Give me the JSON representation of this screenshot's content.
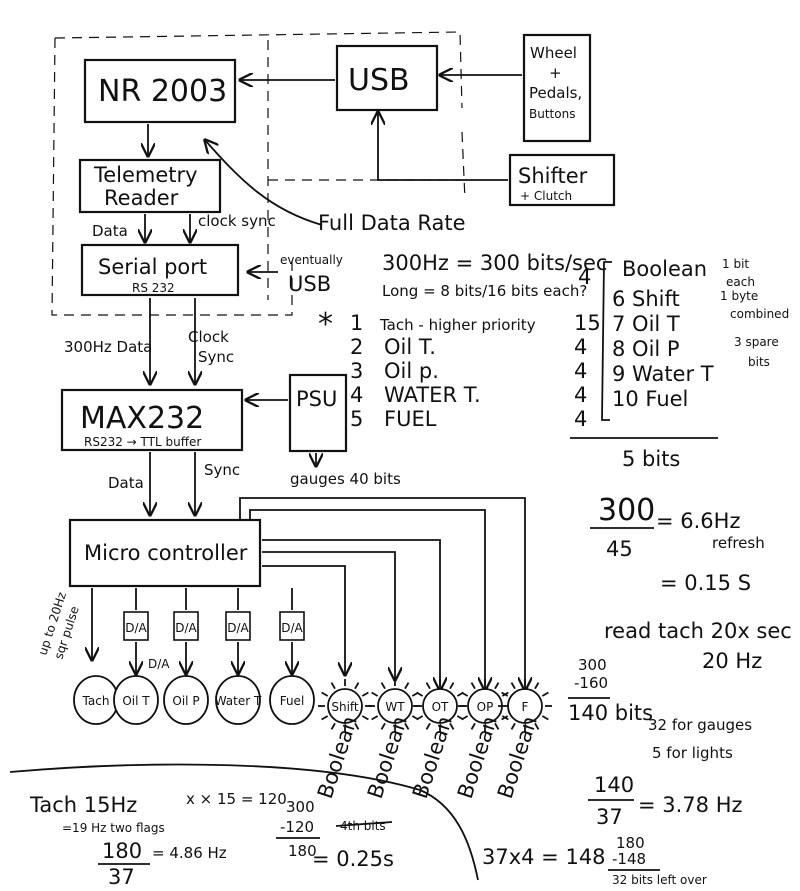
{
  "blocks": {
    "nr2003": "NR 2003",
    "usb": "USB",
    "wheel": [
      "Wheel",
      "+",
      "Pedals,",
      "Buttons"
    ],
    "shifter": "Shifter",
    "shifter_sub": "+ Clutch",
    "telemetry": [
      "Telemetry",
      "Reader"
    ],
    "serial": "Serial port",
    "serial_sub": "RS 232",
    "max232": "MAX232",
    "max232_sub": "RS232 → TTL buffer",
    "psu": "PSU",
    "micro": "Micro controller"
  },
  "labels": {
    "data1": "Data",
    "clock_sync": "clock sync",
    "eventually": "eventually",
    "usb_alt": "USB",
    "data300": "300Hz Data",
    "clock": "Clock",
    "sync1": "Sync",
    "data2": "Data",
    "sync2": "Sync",
    "gauges_bits": "gauges 40 bits",
    "pulse": [
      "up to 20Hz",
      "sqr pulse"
    ],
    "da": "D/A"
  },
  "notes": {
    "full_rate": "Full Data Rate",
    "rate": "300Hz = 300 bits/sec",
    "long": "Long = 8 bits/16 bits each?",
    "gauges": [
      {
        "num": "1",
        "name": "Tach - higher priority",
        "bits": "15"
      },
      {
        "num": "2",
        "name": "Oil T.",
        "bits": "4"
      },
      {
        "num": "3",
        "name": "Oil p.",
        "bits": "4"
      },
      {
        "num": "4",
        "name": "WATER T.",
        "bits": "4"
      },
      {
        "num": "5",
        "name": "FUEL",
        "bits": "4"
      }
    ],
    "extra_4": "4",
    "boolean_title": "Boolean",
    "booleans": [
      "6 Shift",
      "7 Oil T",
      "8 Oil P",
      "9 Water T",
      "10 Fuel"
    ],
    "bit_note": [
      "1 bit",
      "each",
      "1 byte",
      "combined",
      "3 spare",
      "bits"
    ],
    "five_bits": "5 bits",
    "calc_num": "300",
    "calc_den": "45",
    "calc_res": "= 6.6Hz",
    "refresh": "refresh",
    "calc_s": "= 0.15 S",
    "read_tach": "read tach 20x sec",
    "hz20": "20 Hz",
    "sub_a": "300",
    "sub_b": "-160",
    "sub_res": "140 bits",
    "gauges32": "32 for gauges",
    "lights5": "5 for lights",
    "div_num": "140",
    "div_den": "37",
    "div_res": "= 3.78 Hz",
    "mult": "37x4 = 148",
    "left_a": "180",
    "left_b": "-148",
    "left_res": "32 bits left over",
    "tach15": "Tach 15Hz",
    "x15": "x × 15 = 120",
    "hz_flags": "=19 Hz two flags",
    "frac_num": "180",
    "frac_den": "37",
    "frac_res": "= 4.86 Hz",
    "time_res": "= 0.25s",
    "col_a": "300",
    "col_b": "-120",
    "col_c": "180",
    "col_strike": "4th bits",
    "star": "*"
  },
  "gauges": [
    {
      "label": "Tach"
    },
    {
      "label": "Oil T"
    },
    {
      "label": "Oil P"
    },
    {
      "label": "Water T"
    },
    {
      "label": "Fuel"
    }
  ],
  "lights": [
    {
      "label": "Shift"
    },
    {
      "label": "WT"
    },
    {
      "label": "OT"
    },
    {
      "label": "OP"
    },
    {
      "label": "F"
    }
  ],
  "pa_label": "D/A",
  "boolean_word": "Boolean"
}
